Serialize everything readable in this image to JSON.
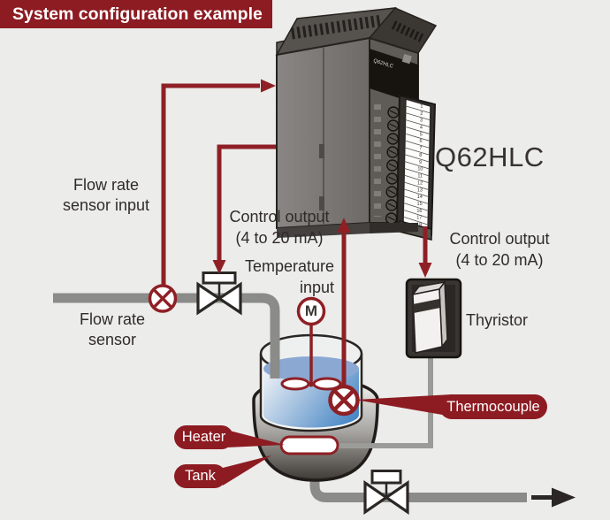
{
  "title": {
    "text": "System configuration example"
  },
  "module": {
    "label": "Q62HLC",
    "front_label": "Q62HLC",
    "terminal_numbers": [
      "1",
      "2",
      "3",
      "4",
      "5",
      "6",
      "7",
      "8",
      "9",
      "10",
      "11",
      "12",
      "13",
      "14",
      "15",
      "16",
      "17",
      "18"
    ]
  },
  "annotations": {
    "flow_rate_sensor_input": [
      "Flow rate",
      "sensor input"
    ],
    "control_output_to_valve": [
      "Control output",
      "(4 to 20 mA)"
    ],
    "temperature_input": [
      "Temperature",
      "input"
    ],
    "control_output_to_thyristor": [
      "Control output",
      "(4 to 20 mA)"
    ],
    "flow_rate_sensor": [
      "Flow rate",
      "sensor"
    ],
    "thyristor": "Thyristor",
    "motor": "M"
  },
  "callouts": {
    "thermocouple": "Thermocouple",
    "heater": "Heater",
    "tank": "Tank"
  },
  "colors": {
    "background": "#ececea",
    "accent_red": "#8d1b22",
    "line_red": "#8e2025",
    "pipe_gray": "#8b8b89",
    "liquid_blue": "#3e81c3",
    "liquid_surface_blue": "#8ba8d2",
    "text_dark": "#2f2b28"
  }
}
